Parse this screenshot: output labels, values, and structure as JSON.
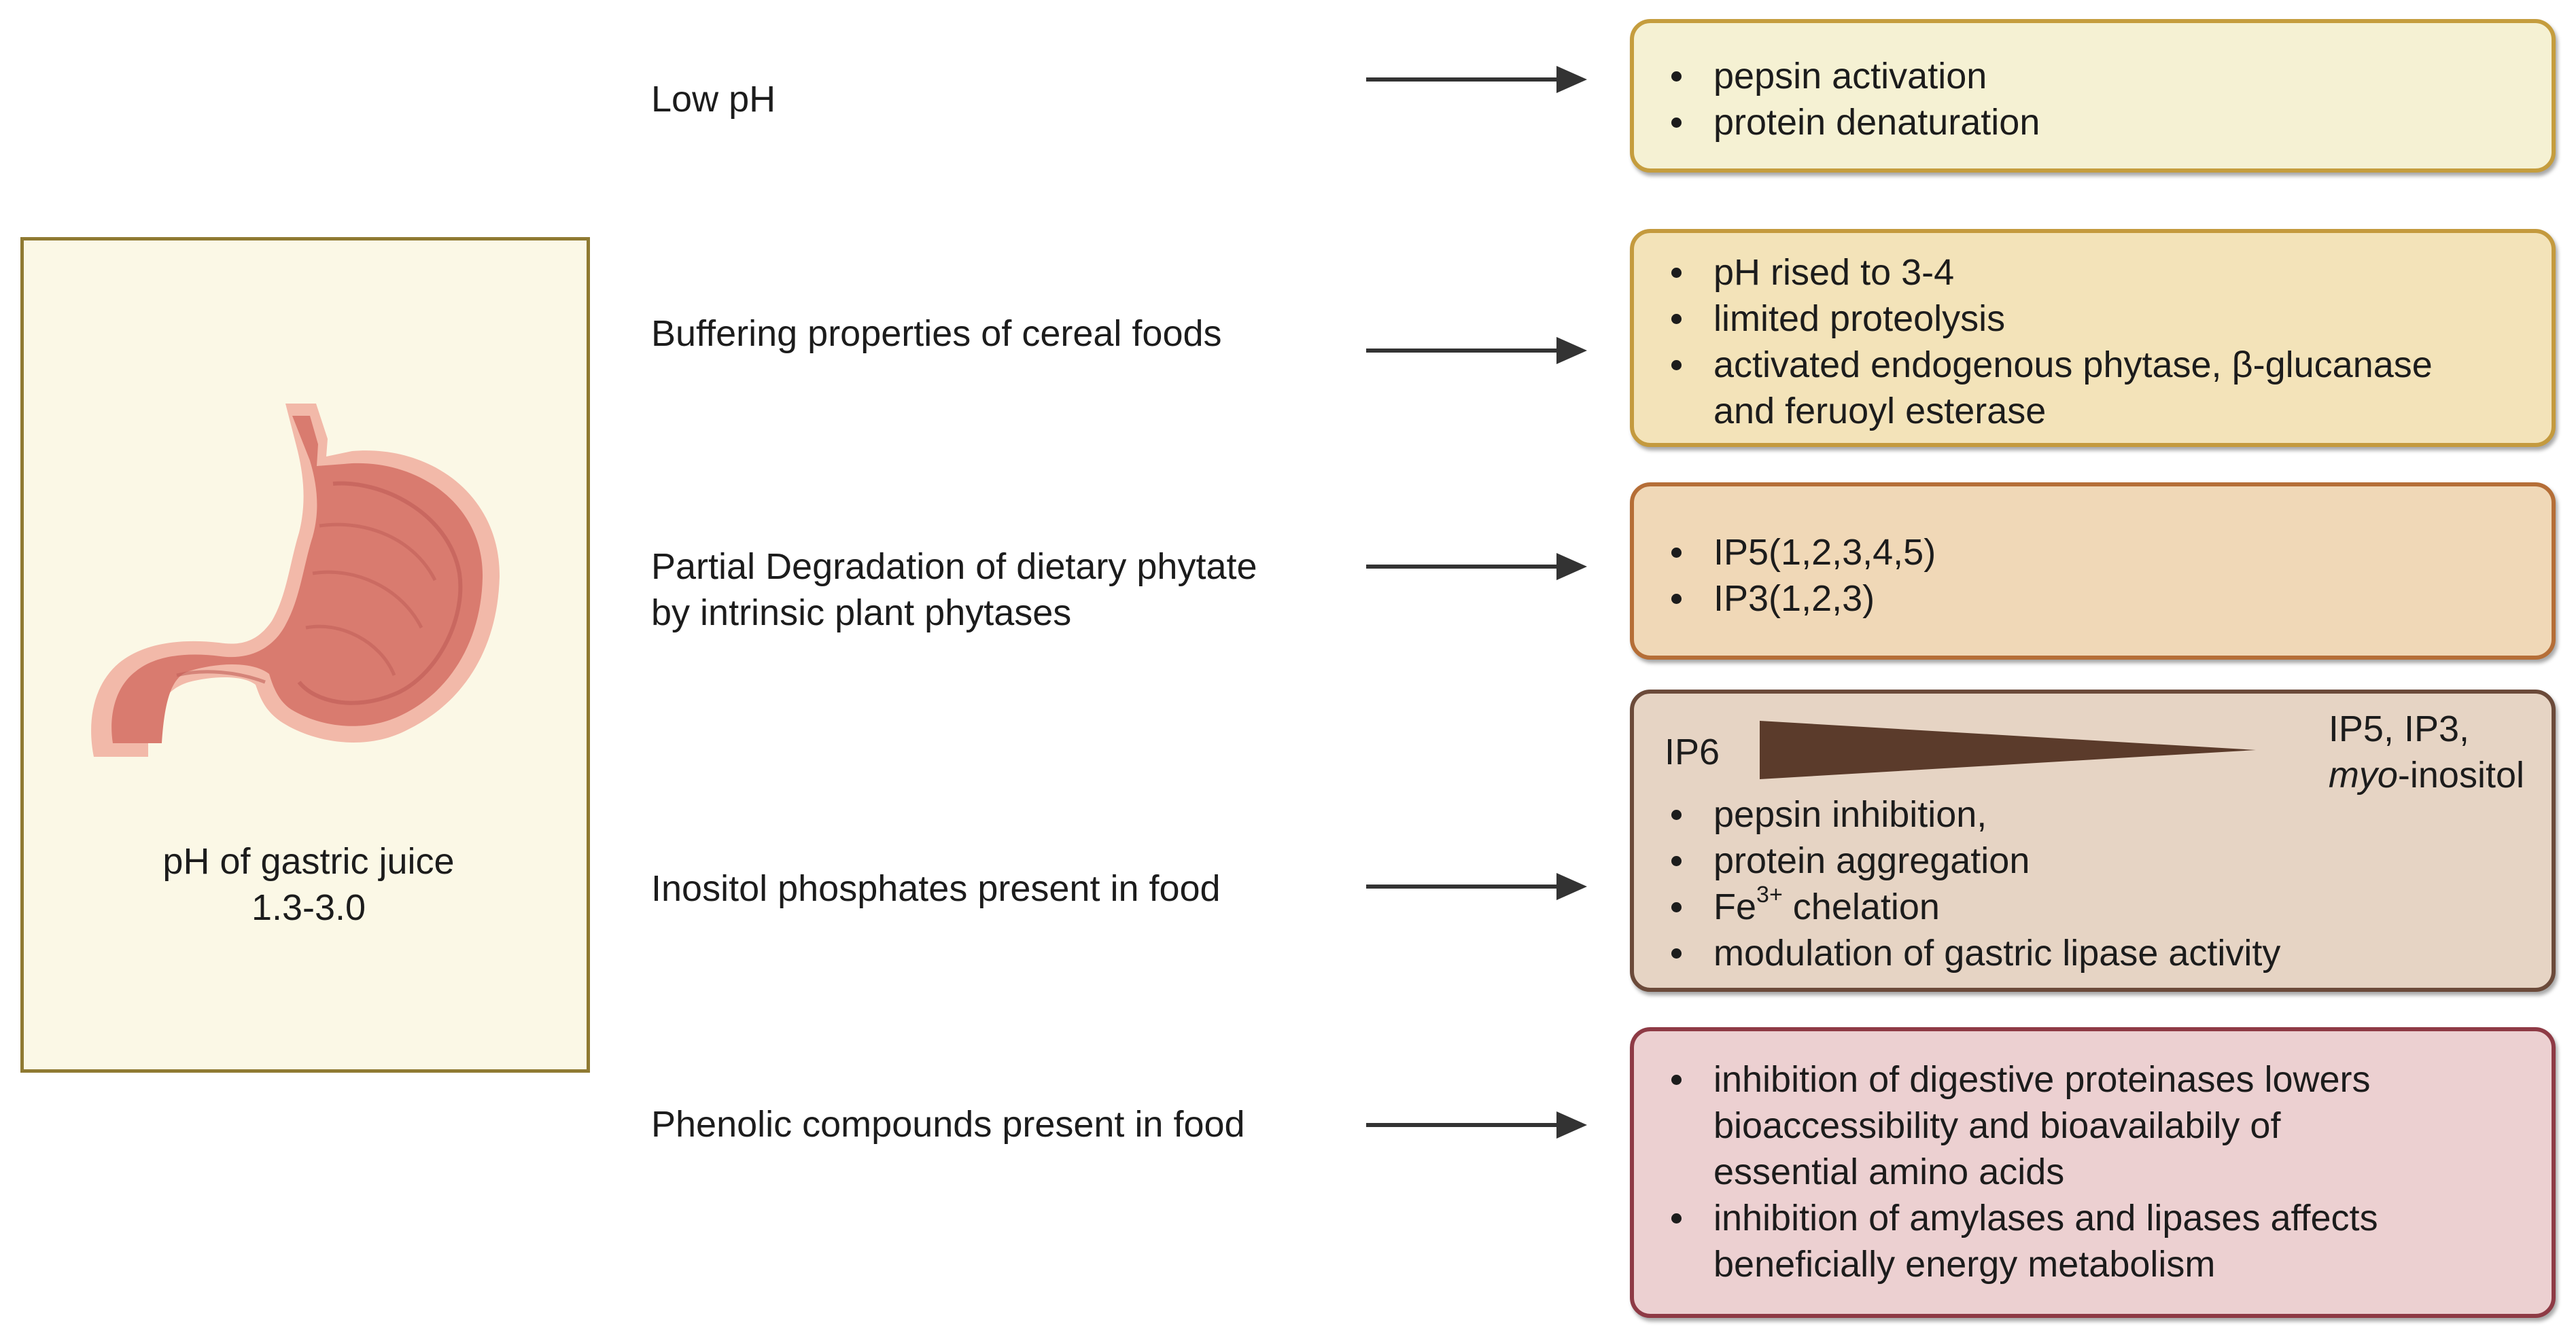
{
  "panel": {
    "caption_line1": "pH of gastric juice",
    "caption_line2": "1.3-3.0",
    "image_icon": "stomach-icon"
  },
  "rows": [
    {
      "cause_lines": [
        "Low pH"
      ],
      "effects": [
        [
          "pepsin activation"
        ],
        [
          "protein denaturation"
        ]
      ],
      "colors": {
        "fill": "#f5f1d3",
        "border": "#c59d3e"
      }
    },
    {
      "cause_lines": [
        "Buffering properties of cereal foods"
      ],
      "effects": [
        [
          "pH rised to 3-4"
        ],
        [
          "limited proteolysis"
        ],
        [
          "activated endogenous phytase, β-glucanase",
          "and feruoyl esterase"
        ]
      ],
      "colors": {
        "fill": "#f3e3b9",
        "border": "#c49a3e"
      }
    },
    {
      "cause_lines": [
        "Partial Degradation of dietary phytate",
        "by intrinsic plant phytases"
      ],
      "effects": [
        [
          "IP5(1,2,3,4,5)"
        ],
        [
          "IP3(1,2,3)"
        ]
      ],
      "colors": {
        "fill": "#f0d8b7",
        "border": "#b56e37"
      }
    },
    {
      "cause_lines": [
        "Inositol phosphates present in food"
      ],
      "gradient": {
        "left_label": "IP6",
        "right_line1": "IP5, IP3,",
        "right_line2_italic": "myo",
        "right_line2_rest": "-inositol"
      },
      "effects": [
        [
          "pepsin inhibition,"
        ],
        [
          "protein aggregation"
        ],
        [
          "Fe",
          "3+",
          " chelation"
        ],
        [
          "modulation of gastric lipase activity"
        ]
      ],
      "colors": {
        "fill": "#e6d4c4",
        "border": "#6b4a3a"
      }
    },
    {
      "cause_lines": [
        "Phenolic compounds present in food"
      ],
      "effects": [
        [
          "inhibition of digestive proteinases lowers",
          "bioaccessibility and bioavailabily of",
          "essential amino acids"
        ],
        [
          "inhibition of amylases and lipases affects",
          "beneficially energy metabolism"
        ]
      ],
      "colors": {
        "fill": "#ecd0d1",
        "border": "#8e3a45"
      }
    }
  ],
  "icons": {
    "arrow": "right-arrow-icon",
    "bullet": "bullet-dot-icon"
  }
}
